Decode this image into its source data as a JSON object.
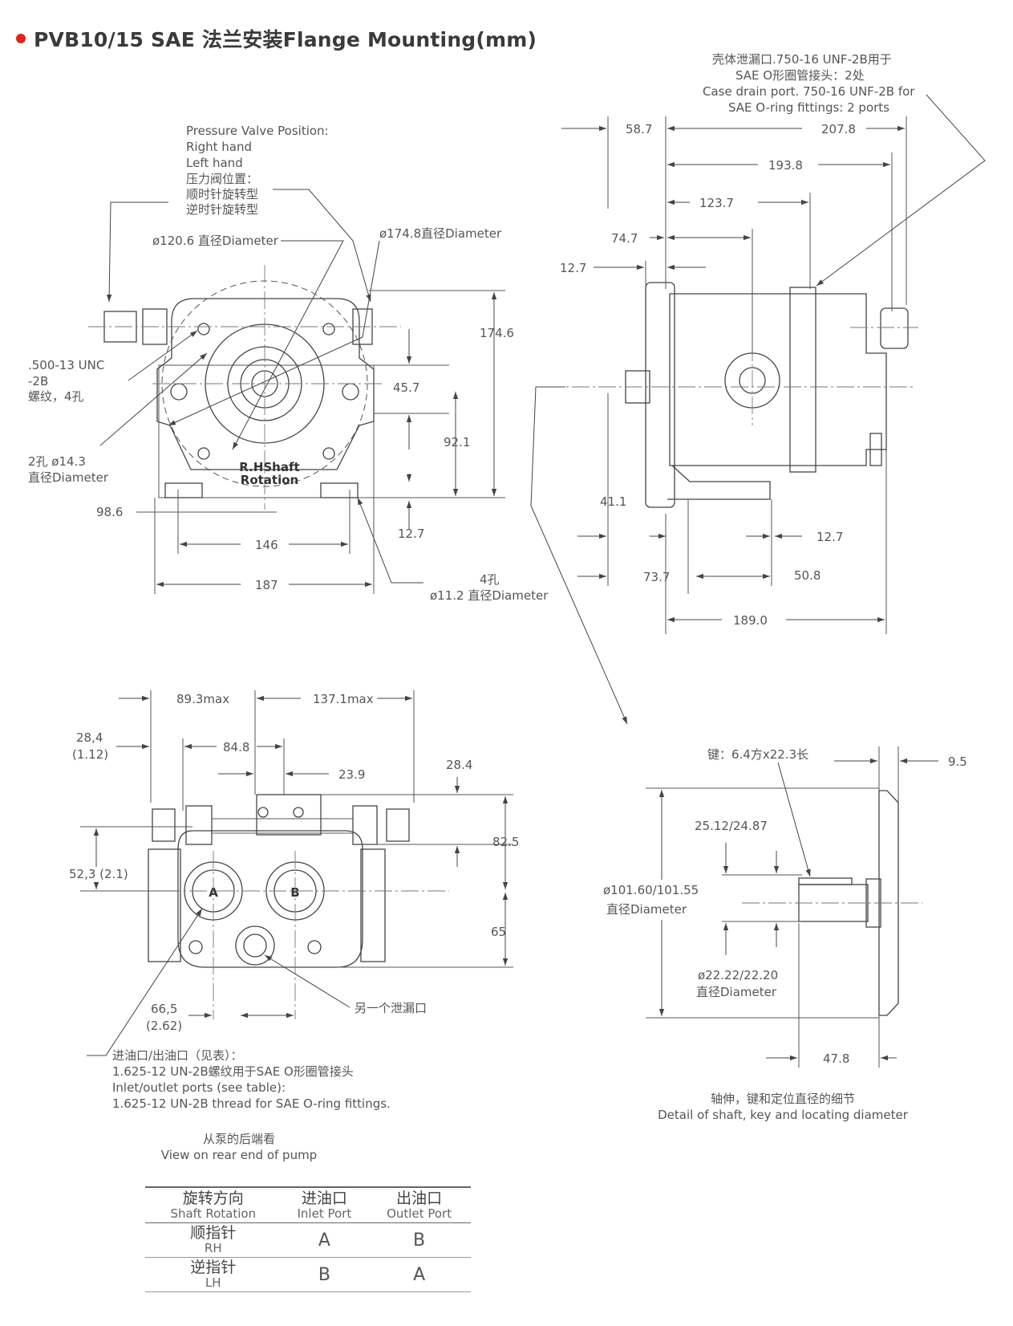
{
  "header": {
    "title": "PVB10/15 SAE 法兰安装Flange Mounting(mm)"
  },
  "front_view": {
    "valve_note": [
      "Pressure Valve Position:",
      "Right hand",
      "Left hand",
      "压力阀位置：",
      "顺时针旋转型",
      "逆时针旋转型"
    ],
    "dia_120": "ø120.6 直径Diameter",
    "dia_174": "ø174.8直径Diameter",
    "thread_note": [
      ".500-13 UNC",
      "-2B",
      "螺纹，4孔"
    ],
    "holes_14": [
      "2孔 ø14.3",
      "直径Diameter"
    ],
    "holes_11": [
      "4孔",
      "ø11.2 直径Diameter"
    ],
    "rotation_label": [
      "R.HShaft",
      "Rotation"
    ],
    "dims": {
      "d174_6": "174.6",
      "d45_7": "45.7",
      "d92_1": "92.1",
      "d12_7": "12.7",
      "d98_6": "98.6",
      "d146": "146",
      "d187": "187"
    }
  },
  "side_view": {
    "drain_note": [
      "壳体泄漏口.750-16 UNF-2B用于",
      "SAE O形圈管接头：2处",
      "Case drain port. 750-16 UNF-2B for",
      "SAE O-ring fittings: 2 ports"
    ],
    "dims": {
      "d58_7": "58.7",
      "d207_8": "207.8",
      "d193_8": "193.8",
      "d123_7": "123.7",
      "d74_7": "74.7",
      "d12_7a": "12.7",
      "d41_1": "41.1",
      "d12_7b": "12.7",
      "d73_7": "73.7",
      "d50_8": "50.8",
      "d189_0": "189.0"
    }
  },
  "rear_view": {
    "dims": {
      "d89_3": "89.3max",
      "d137_1": "137.1max",
      "d28_4": "28,4",
      "d28_4_in": "(1.12)",
      "d84_8": "84.8",
      "d23_9": "23.9",
      "d28_4b": "28.4",
      "d52_3": "52,3 (2.1)",
      "d82_5": "82.5",
      "d65": "65",
      "d66_5": "66,5",
      "d66_5_in": "(2.62)"
    },
    "port_a": "A",
    "port_b": "B",
    "other_drain": "另一个泄漏口",
    "ports_note": [
      "进油口/出油口（见表）：",
      "1.625-12 UN-2B螺纹用于SAE O形圈管接头",
      "Inlet/outlet ports (see table):",
      "1.625-12 UN-2B thread for SAE O-ring fittings."
    ],
    "caption_cn": "从泵的后端看",
    "caption_en": "View on rear end of pump"
  },
  "shaft_detail": {
    "key_note": "键：6.4方x22.3长",
    "d9_5": "9.5",
    "d25_12": "25.12/24.87",
    "d101": [
      "ø101.60/101.55",
      "直径Diameter"
    ],
    "d22": [
      "ø22.22/22.20",
      "直径Diameter"
    ],
    "d47_8": "47.8",
    "caption_cn": "轴伸，键和定位直径的细节",
    "caption_en": "Detail of shaft, key and locating diameter"
  },
  "table": {
    "headers": [
      {
        "cn": "旋转方向",
        "en": "Shaft Rotation"
      },
      {
        "cn": "进油口",
        "en": "Inlet Port"
      },
      {
        "cn": "出油口",
        "en": "Outlet Port"
      }
    ],
    "rows": [
      {
        "cn": "顺指针",
        "en": "RH",
        "inlet": "A",
        "outlet": "B"
      },
      {
        "cn": "逆指针",
        "en": "LH",
        "inlet": "B",
        "outlet": "A"
      }
    ]
  },
  "colors": {
    "bullet": "#e2231a",
    "line": "#444444",
    "text": "#555555"
  }
}
